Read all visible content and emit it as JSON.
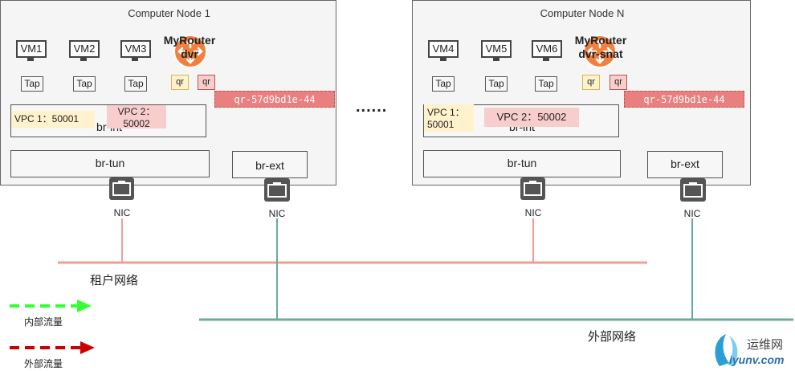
{
  "nodes": [
    {
      "title": "Computer Node 1",
      "vms": [
        "VM1",
        "VM2",
        "VM3"
      ],
      "tap": "Tap",
      "router_name": "MyRouter",
      "router_mode": "dvr",
      "qr": "qr",
      "qr_port": "qr-57d9bd1e-44",
      "br_int": "br-int",
      "vpc1": "VPC 1：50001",
      "vpc2": "VPC 2：50002",
      "br_tun": "br-tun",
      "br_ext": "br-ext",
      "nic": "NIC"
    },
    {
      "title": "Computer Node N",
      "vms": [
        "VM4",
        "VM5",
        "VM6"
      ],
      "tap": "Tap",
      "router_name": "MyRouter",
      "router_mode": "dvr-snat",
      "qr": "qr",
      "qr_port": "qr-57d9bd1e-44",
      "br_int": "br-int",
      "vpc1": "VPC 1：50001",
      "vpc2": "VPC 2：50002",
      "br_tun": "br-tun",
      "br_ext": "br-ext",
      "nic": "NIC"
    }
  ],
  "ellipsis": "......",
  "networks": {
    "tenant": "租户网络",
    "external": "外部网络"
  },
  "legend": {
    "internal": "内部流量",
    "external": "外部流量"
  },
  "watermark": {
    "brand": "运维网",
    "url": "iyunv.com"
  },
  "colors": {
    "tenant_line": "#f19c99",
    "external_line": "#67ab9f",
    "internal_flow": "#33ff33",
    "external_flow": "#cc0000",
    "router": "#f08040",
    "vpc1_bg": "#fff2cc",
    "vpc2_bg": "#f8cecc",
    "qr_port_bg": "#ea7f7f"
  }
}
